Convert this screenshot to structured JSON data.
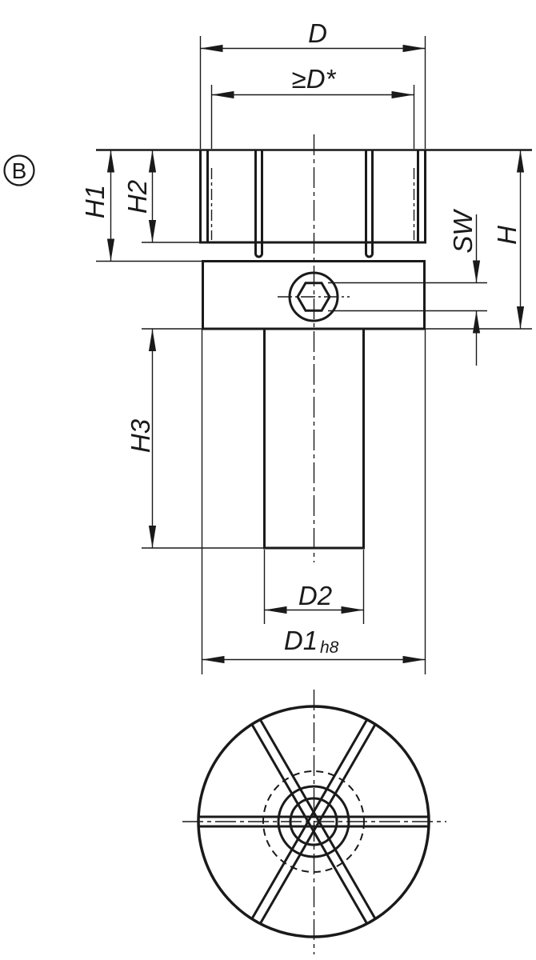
{
  "page": {
    "background": "#ffffff",
    "ink_color": "#1a1a1a"
  },
  "drawing": {
    "type": "technical-dimension-drawing",
    "detail_view_marker": "B",
    "dimensions": {
      "outer_diameter": "D",
      "effective_diameter": "≥D*",
      "grip_height_1": "H1",
      "grip_height_2": "H2",
      "hex_socket_width": "SW",
      "total_height": "H",
      "shaft_height": "H3",
      "shaft_diameter": "D2",
      "collar_diameter": "D1",
      "collar_tolerance": "h8"
    }
  }
}
